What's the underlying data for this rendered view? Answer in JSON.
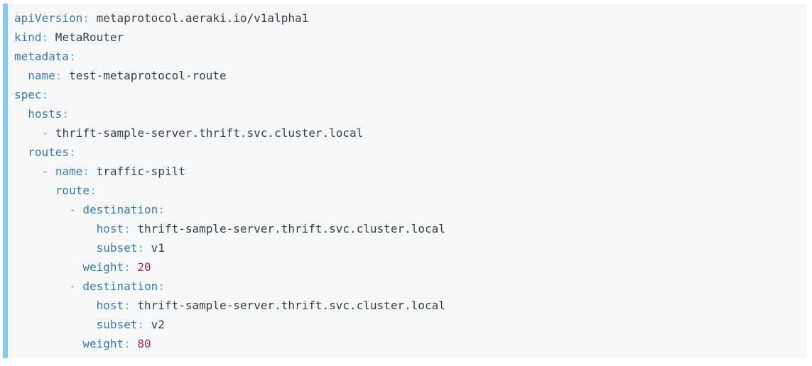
{
  "colors": {
    "page_background": "#ffffff",
    "block_background": "#f6f8fa",
    "accent_bar": "#8cc5ef",
    "key": "#3c7ba6",
    "punctuation": "#8b9db0",
    "value": "#3b4045",
    "number": "#a12c65"
  },
  "code": {
    "language": "yaml",
    "lines": [
      [
        {
          "t": "key",
          "v": "apiVersion"
        },
        {
          "t": "punct",
          "v": ":"
        },
        {
          "t": "val",
          "v": " metaprotocol.aeraki.io/v1alpha1"
        }
      ],
      [
        {
          "t": "key",
          "v": "kind"
        },
        {
          "t": "punct",
          "v": ":"
        },
        {
          "t": "val",
          "v": " MetaRouter"
        }
      ],
      [
        {
          "t": "key",
          "v": "metadata"
        },
        {
          "t": "punct",
          "v": ":"
        }
      ],
      [
        {
          "t": "sp",
          "v": "  "
        },
        {
          "t": "key",
          "v": "name"
        },
        {
          "t": "punct",
          "v": ":"
        },
        {
          "t": "val",
          "v": " test-metaprotocol-route"
        }
      ],
      [
        {
          "t": "key",
          "v": "spec"
        },
        {
          "t": "punct",
          "v": ":"
        }
      ],
      [
        {
          "t": "sp",
          "v": "  "
        },
        {
          "t": "key",
          "v": "hosts"
        },
        {
          "t": "punct",
          "v": ":"
        }
      ],
      [
        {
          "t": "sp",
          "v": "    "
        },
        {
          "t": "punct",
          "v": "-"
        },
        {
          "t": "val",
          "v": " thrift-sample-server.thrift.svc.cluster.local"
        }
      ],
      [
        {
          "t": "sp",
          "v": "  "
        },
        {
          "t": "key",
          "v": "routes"
        },
        {
          "t": "punct",
          "v": ":"
        }
      ],
      [
        {
          "t": "sp",
          "v": "    "
        },
        {
          "t": "punct",
          "v": "-"
        },
        {
          "t": "sp",
          "v": " "
        },
        {
          "t": "key",
          "v": "name"
        },
        {
          "t": "punct",
          "v": ":"
        },
        {
          "t": "val",
          "v": " traffic-spilt"
        }
      ],
      [
        {
          "t": "sp",
          "v": "      "
        },
        {
          "t": "key",
          "v": "route"
        },
        {
          "t": "punct",
          "v": ":"
        }
      ],
      [
        {
          "t": "sp",
          "v": "        "
        },
        {
          "t": "punct",
          "v": "-"
        },
        {
          "t": "sp",
          "v": " "
        },
        {
          "t": "key",
          "v": "destination"
        },
        {
          "t": "punct",
          "v": ":"
        }
      ],
      [
        {
          "t": "sp",
          "v": "            "
        },
        {
          "t": "key",
          "v": "host"
        },
        {
          "t": "punct",
          "v": ":"
        },
        {
          "t": "val",
          "v": " thrift-sample-server.thrift.svc.cluster.local"
        }
      ],
      [
        {
          "t": "sp",
          "v": "            "
        },
        {
          "t": "key",
          "v": "subset"
        },
        {
          "t": "punct",
          "v": ":"
        },
        {
          "t": "val",
          "v": " v1"
        }
      ],
      [
        {
          "t": "sp",
          "v": "          "
        },
        {
          "t": "key",
          "v": "weight"
        },
        {
          "t": "punct",
          "v": ":"
        },
        {
          "t": "sp",
          "v": " "
        },
        {
          "t": "num",
          "v": "20"
        }
      ],
      [
        {
          "t": "sp",
          "v": "        "
        },
        {
          "t": "punct",
          "v": "-"
        },
        {
          "t": "sp",
          "v": " "
        },
        {
          "t": "key",
          "v": "destination"
        },
        {
          "t": "punct",
          "v": ":"
        }
      ],
      [
        {
          "t": "sp",
          "v": "            "
        },
        {
          "t": "key",
          "v": "host"
        },
        {
          "t": "punct",
          "v": ":"
        },
        {
          "t": "val",
          "v": " thrift-sample-server.thrift.svc.cluster.local"
        }
      ],
      [
        {
          "t": "sp",
          "v": "            "
        },
        {
          "t": "key",
          "v": "subset"
        },
        {
          "t": "punct",
          "v": ":"
        },
        {
          "t": "val",
          "v": " v2"
        }
      ],
      [
        {
          "t": "sp",
          "v": "          "
        },
        {
          "t": "key",
          "v": "weight"
        },
        {
          "t": "punct",
          "v": ":"
        },
        {
          "t": "sp",
          "v": " "
        },
        {
          "t": "num",
          "v": "80"
        }
      ]
    ]
  }
}
